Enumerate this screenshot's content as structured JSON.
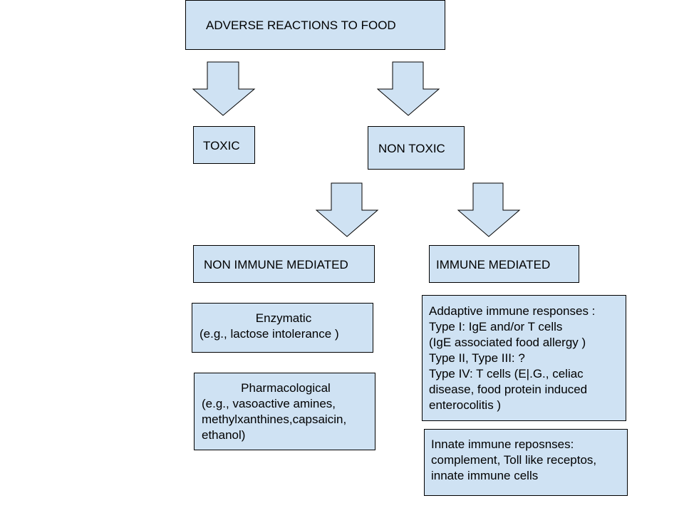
{
  "title": "ADVERSE REACTIONS TO FOOD",
  "toxic": "TOXIC",
  "non_toxic": "NON TOXIC",
  "non_immune": "NON IMMUNE MEDIATED",
  "immune": "IMMUNE MEDIATED",
  "enzymatic": {
    "heading": "Enzymatic",
    "example": "(e.g., lactose intolerance )"
  },
  "pharmacological": {
    "heading": "Pharmacological",
    "lines": [
      "(e.g., vasoactive amines,",
      "methylxanthines,capsaicin,",
      "ethanol)"
    ]
  },
  "adaptive": {
    "lines": [
      "Addaptive immune responses :",
      "Type I: IgE and/or T cells",
      "(IgE associated food allergy )",
      "Type II, Type III: ?",
      "Type IV: T cells (E|.G., celiac",
      "disease, food protein induced",
      "enterocolitis )"
    ]
  },
  "innate": {
    "lines": [
      "Innate immune reposnses:",
      "complement, Toll like receptos,",
      "innate immune cells"
    ]
  },
  "colors": {
    "box_fill": "#cfe2f3",
    "stroke": "#000000",
    "background": "#ffffff"
  }
}
